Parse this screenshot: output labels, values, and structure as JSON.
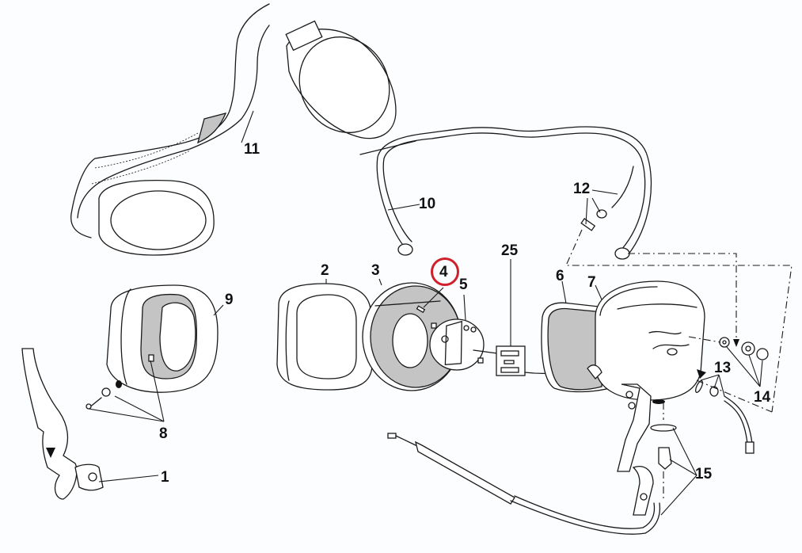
{
  "diagram": {
    "title": "Headset exploded parts diagram",
    "highlight_color": "#d0202a",
    "line_color": "#1a1a1a",
    "fill_gray": "#c4c4c4",
    "background": "#fbfdfe",
    "highlighted_part": "4"
  },
  "callouts": [
    {
      "id": "1",
      "label": "1",
      "part": "headband clip"
    },
    {
      "id": "2",
      "label": "2",
      "part": "ear seal"
    },
    {
      "id": "3",
      "label": "3",
      "part": "foam insert"
    },
    {
      "id": "4",
      "label": "4",
      "part": "screw (highlighted)"
    },
    {
      "id": "5",
      "label": "5",
      "part": "speaker element"
    },
    {
      "id": "6",
      "label": "6",
      "part": "ear cup liner"
    },
    {
      "id": "7",
      "label": "7",
      "part": "ear cup shell"
    },
    {
      "id": "8",
      "label": "8",
      "part": "screw and washer"
    },
    {
      "id": "9",
      "label": "9",
      "part": "ear seal cushion"
    },
    {
      "id": "10",
      "label": "10",
      "part": "headband"
    },
    {
      "id": "11",
      "label": "11",
      "part": "head pad strap"
    },
    {
      "id": "12",
      "label": "12",
      "part": "wire and grommet"
    },
    {
      "id": "13",
      "label": "13",
      "part": "microphone mount hardware"
    },
    {
      "id": "14",
      "label": "14",
      "part": "washers and nut"
    },
    {
      "id": "15",
      "label": "15",
      "part": "cord strain relief"
    },
    {
      "id": "25",
      "label": "25",
      "part": "circuit board"
    }
  ]
}
